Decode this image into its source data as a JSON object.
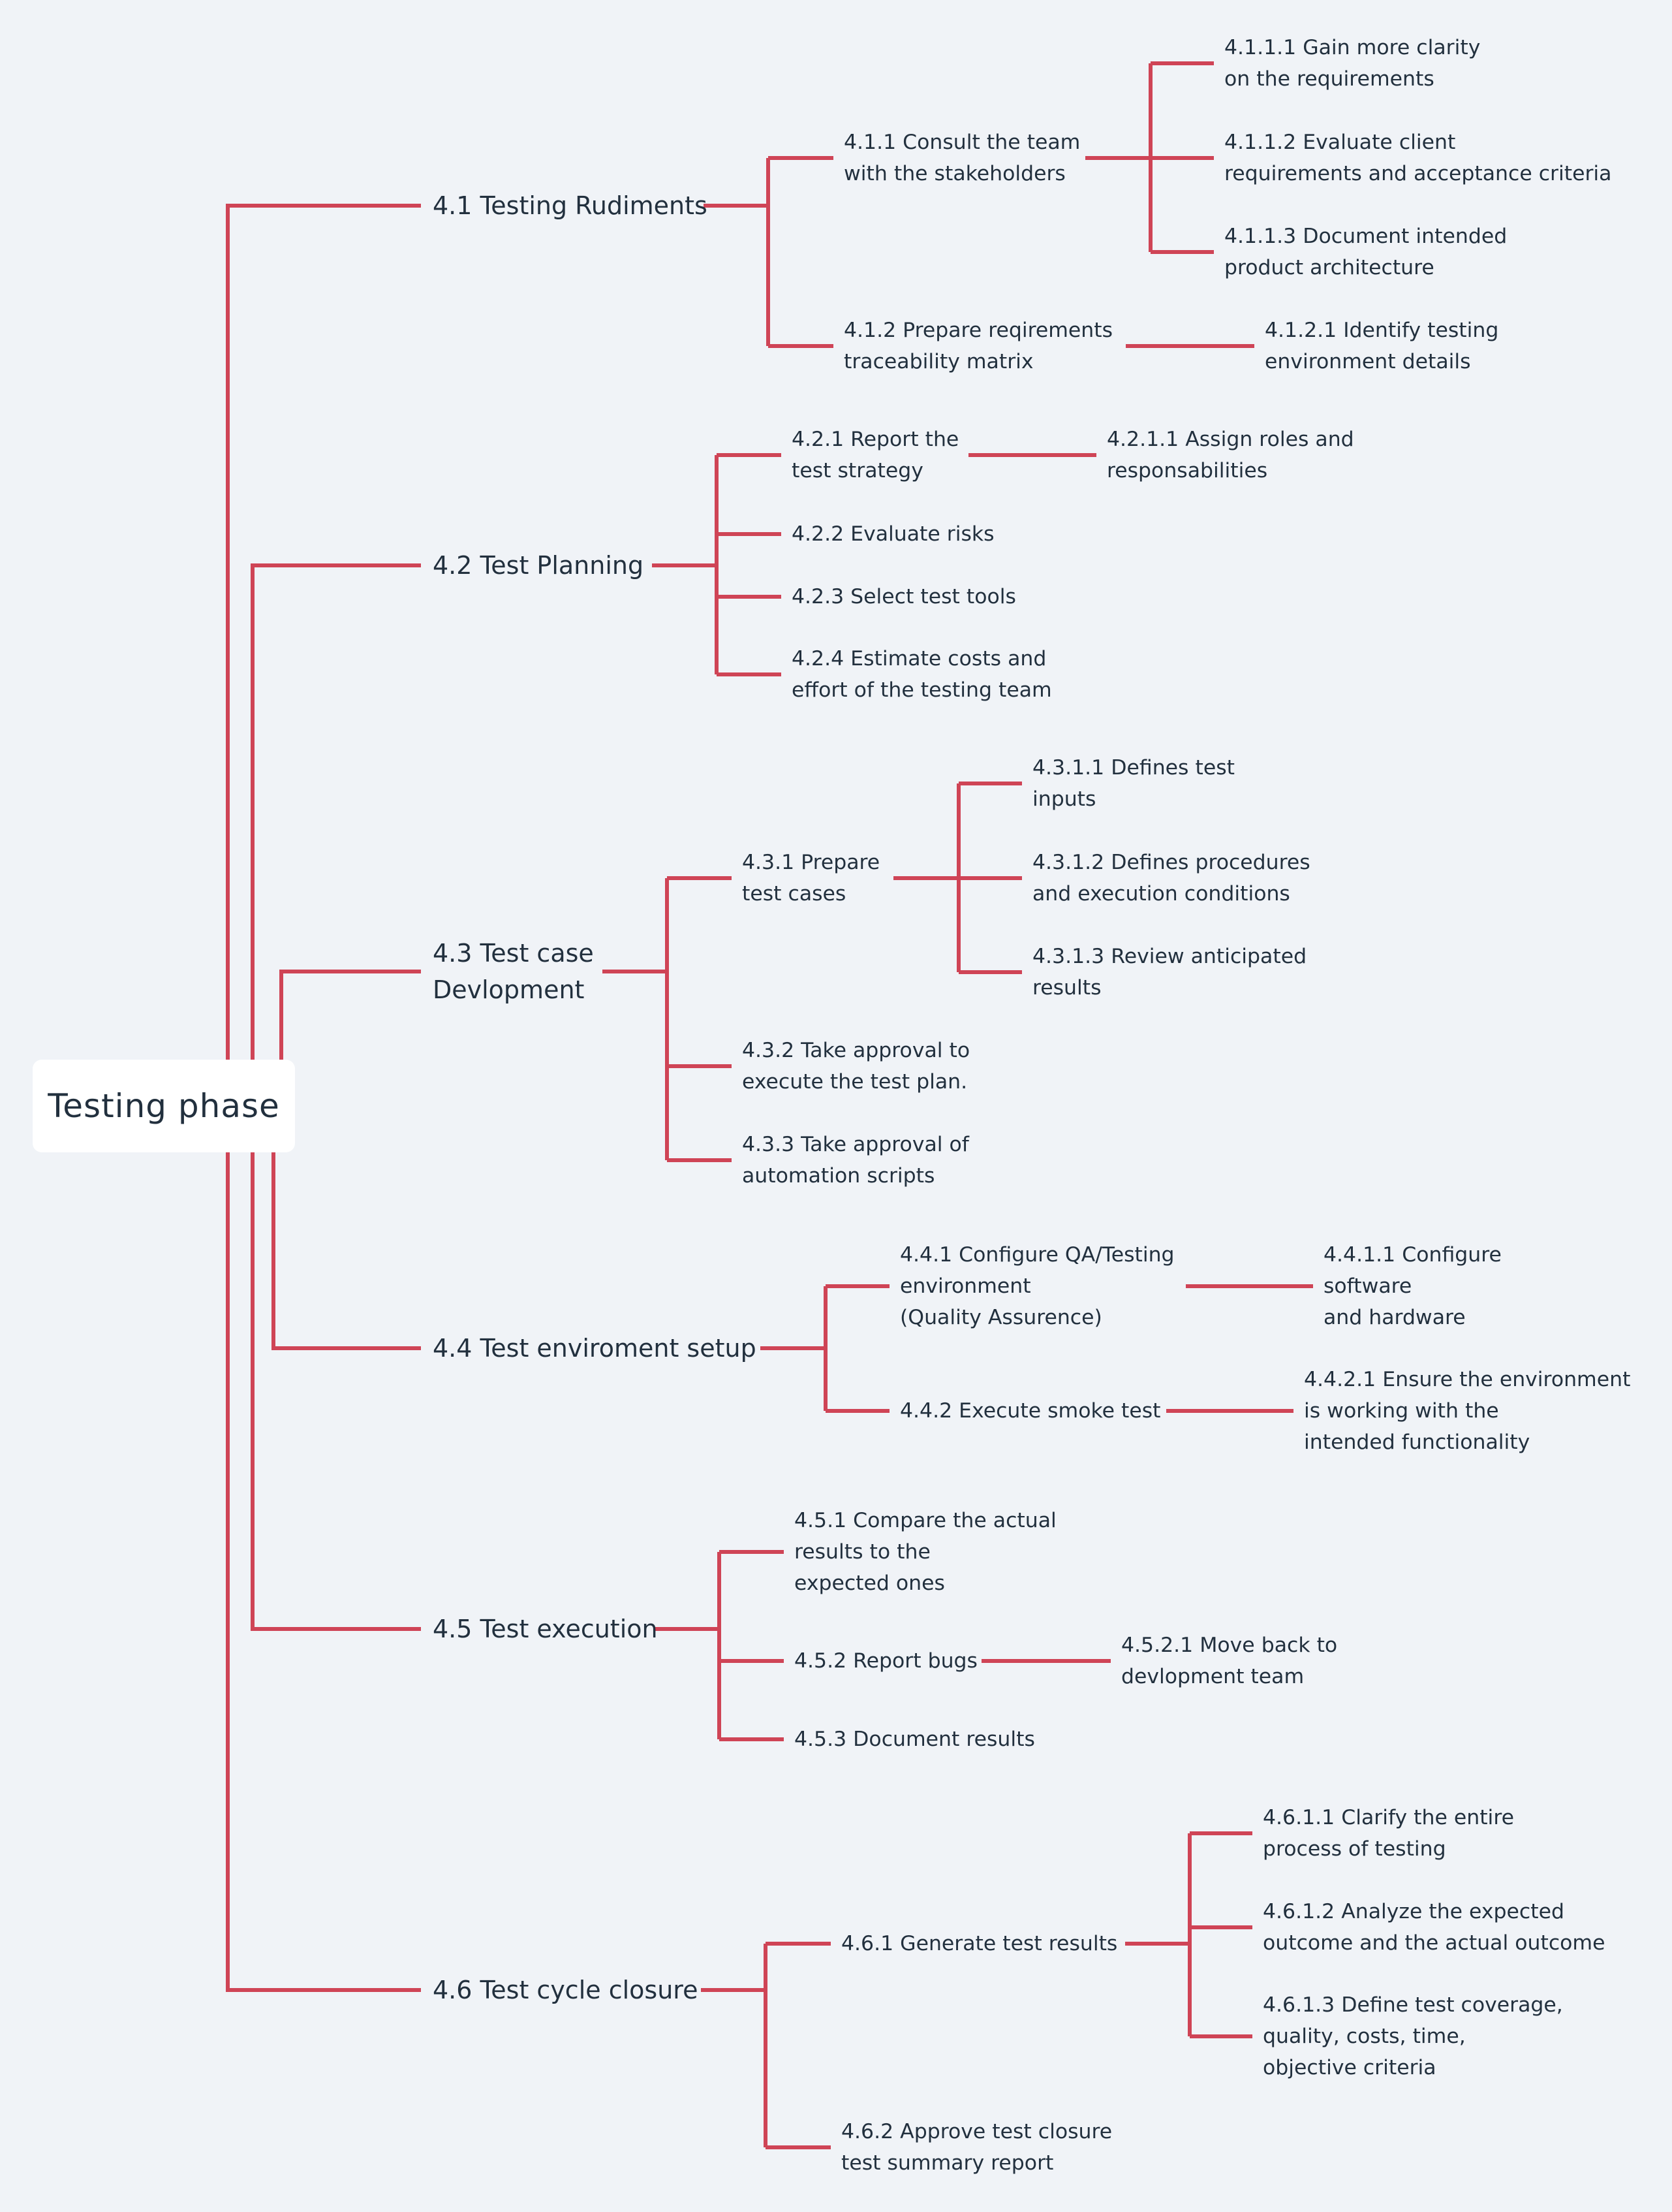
{
  "root": {
    "label": "Testing phase"
  },
  "branches": [
    {
      "id": "n41",
      "label": "4.1 Testing Rudiments",
      "children": [
        {
          "id": "n411",
          "label": "4.1.1 Consult the team\nwith the stakeholders",
          "children": [
            {
              "id": "n4111",
              "label": "4.1.1.1 Gain more clarity\non the requirements"
            },
            {
              "id": "n4112",
              "label": "4.1.1.2 Evaluate client\nrequirements and acceptance criteria"
            },
            {
              "id": "n4113",
              "label": "4.1.1.3 Document intended\nproduct architecture"
            }
          ]
        },
        {
          "id": "n412",
          "label": "4.1.2 Prepare reqirements\ntraceability matrix",
          "children": [
            {
              "id": "n4121",
              "label": "4.1.2.1 Identify testing\nenvironment details"
            }
          ]
        }
      ]
    },
    {
      "id": "n42",
      "label": "4.2 Test Planning",
      "children": [
        {
          "id": "n421",
          "label": "4.2.1 Report the\ntest strategy",
          "children": [
            {
              "id": "n4211",
              "label": "4.2.1.1  Assign roles and\nresponsabilities"
            }
          ]
        },
        {
          "id": "n422",
          "label": "4.2.2 Evaluate risks"
        },
        {
          "id": "n423",
          "label": "4.2.3 Select test tools"
        },
        {
          "id": "n424",
          "label": "4.2.4 Estimate costs and\neffort of the testing team"
        }
      ]
    },
    {
      "id": "n43",
      "label": "4.3 Test case\nDevlopment",
      "children": [
        {
          "id": "n431",
          "label": "4.3.1 Prepare\ntest cases",
          "children": [
            {
              "id": "n4311",
              "label": "4.3.1.1 Defines test\ninputs"
            },
            {
              "id": "n4312",
              "label": "4.3.1.2 Defines procedures\nand execution conditions"
            },
            {
              "id": "n4313",
              "label": "4.3.1.3 Review anticipated\nresults"
            }
          ]
        },
        {
          "id": "n432",
          "label": "4.3.2 Take approval to\nexecute the test plan."
        },
        {
          "id": "n433",
          "label": "4.3.3 Take approval of\nautomation scripts"
        }
      ]
    },
    {
      "id": "n44",
      "label": "4.4 Test enviroment setup",
      "children": [
        {
          "id": "n441",
          "label": "4.4.1 Configure QA/Testing\nenvironment\n(Quality Assurence)",
          "children": [
            {
              "id": "n4411",
              "label": "4.4.1.1 Configure\nsoftware\nand hardware"
            }
          ]
        },
        {
          "id": "n442",
          "label": "4.4.2 Execute smoke test",
          "children": [
            {
              "id": "n4421",
              "label": "4.4.2.1 Ensure the environment\nis working with the\nintended functionality"
            }
          ]
        }
      ]
    },
    {
      "id": "n45",
      "label": "4.5 Test execution",
      "children": [
        {
          "id": "n451",
          "label": "4.5.1 Compare the actual\nresults to the\nexpected ones"
        },
        {
          "id": "n452",
          "label": "4.5.2 Report bugs",
          "children": [
            {
              "id": "n4521",
              "label": "4.5.2.1 Move back to\ndevlopment team"
            }
          ]
        },
        {
          "id": "n453",
          "label": "4.5.3 Document results"
        }
      ]
    },
    {
      "id": "n46",
      "label": "4.6 Test cycle closure",
      "children": [
        {
          "id": "n461",
          "label": "4.6.1 Generate test results",
          "children": [
            {
              "id": "n4611",
              "label": "4.6.1.1 Clarify the entire\nprocess of testing"
            },
            {
              "id": "n4612",
              "label": "4.6.1.2 Analyze the expected\noutcome and the actual outcome"
            },
            {
              "id": "n4613",
              "label": "4.6.1.3 Define test coverage,\nquality, costs, time,\nobjective criteria"
            }
          ]
        },
        {
          "id": "n462",
          "label": "4.6.2 Approve test closure\ntest summary report"
        }
      ]
    }
  ],
  "colors": {
    "background": "#f0f3f7",
    "connector": "#cf4456",
    "text": "#22303e",
    "root_fill": "#ffffff"
  }
}
